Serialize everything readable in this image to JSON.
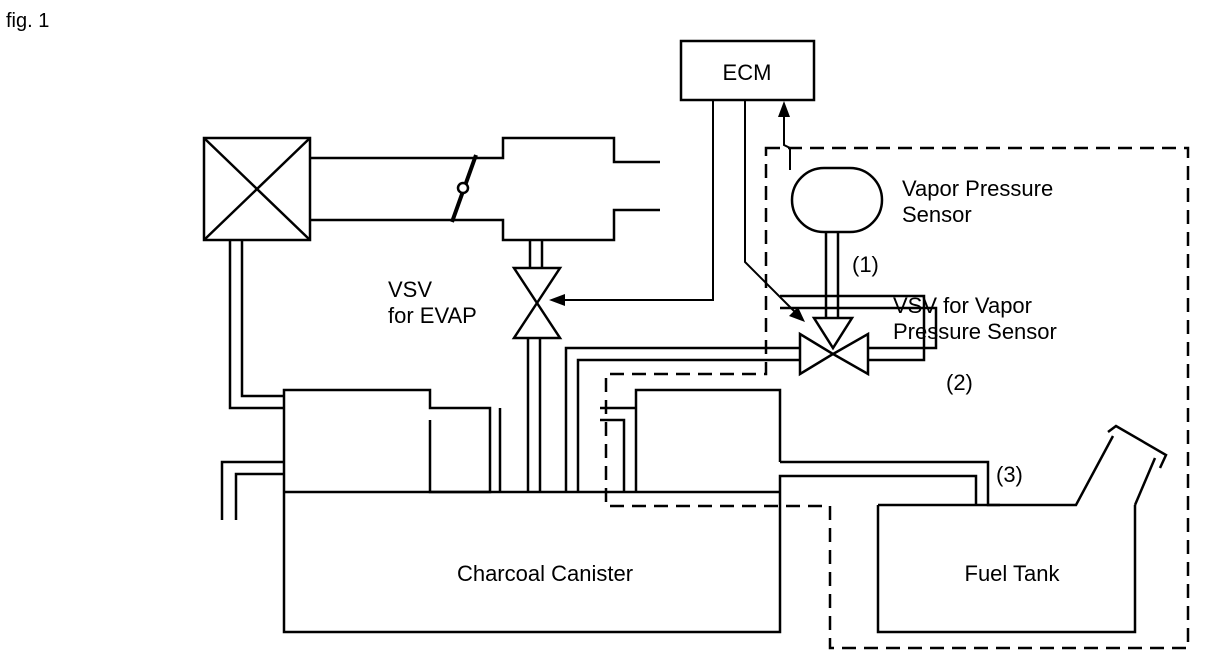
{
  "figure_label": "fig. 1",
  "labels": {
    "ecm": "ECM",
    "vapor_pressure_sensor_line1": "Vapor Pressure",
    "vapor_pressure_sensor_line2": "Sensor",
    "vsv_evap_line1": "VSV",
    "vsv_evap_line2": "for EVAP",
    "vsv_vps_line1": "VSV for Vapor",
    "vsv_vps_line2": "Pressure Sensor",
    "port_1": "(1)",
    "port_2": "(2)",
    "port_3": "(3)",
    "charcoal_canister": "Charcoal Canister",
    "fuel_tank": "Fuel Tank"
  },
  "style": {
    "line_color": "#000000",
    "background": "#ffffff"
  }
}
